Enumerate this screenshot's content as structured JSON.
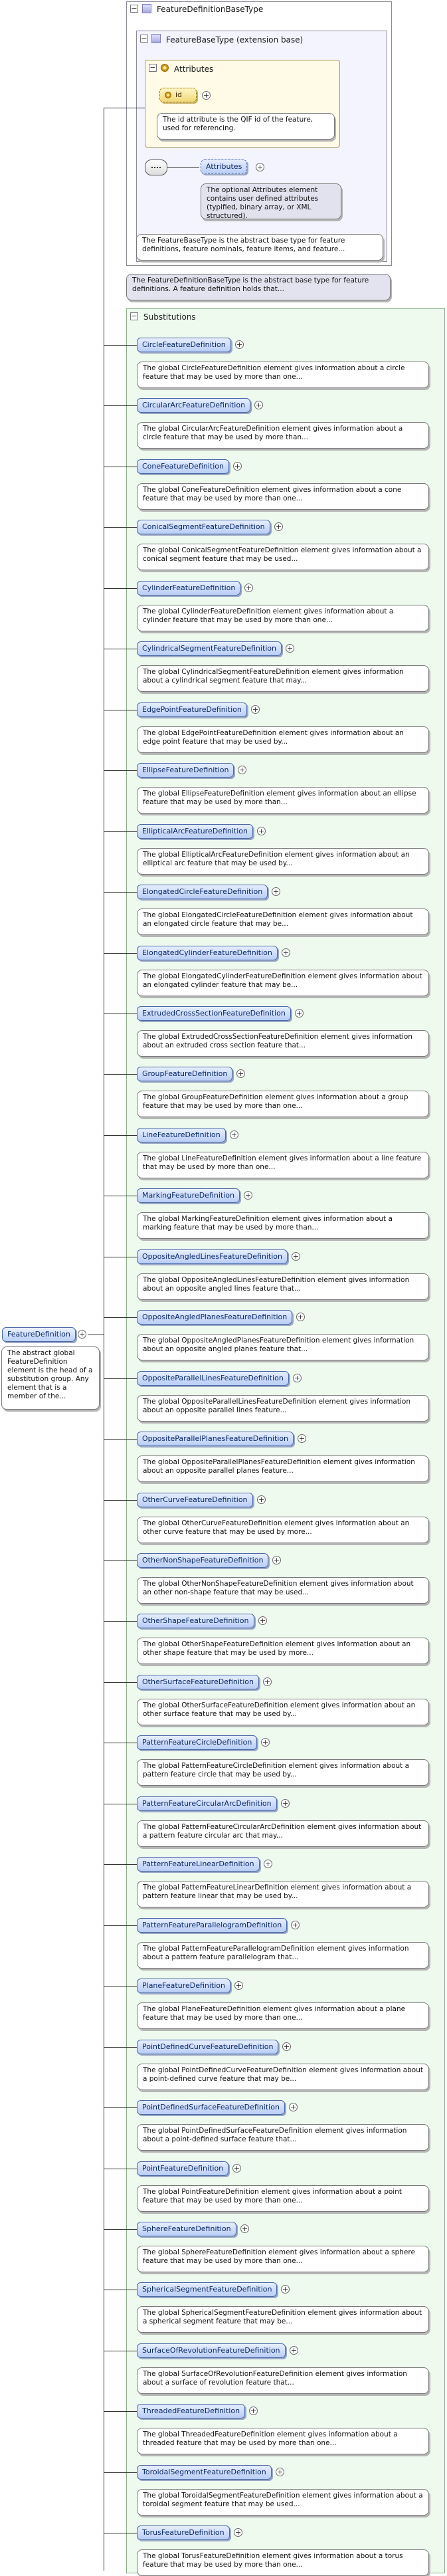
{
  "root": {
    "name": "FeatureDefinition",
    "doc": "The abstract global FeatureDefinition element is the head of a substitution group. Any element that is a member of the..."
  },
  "base_type": {
    "title": "FeatureDefinitionBaseType",
    "ext_title": "FeatureBaseType (extension base)",
    "attributes_title": "Attributes",
    "id_attr": "id",
    "id_doc": "The id attribute is the QIF id of the feature, used for referencing.",
    "attributes_elem": "Attributes",
    "attributes_doc": "The optional Attributes element contains user defined attributes (typified, binary array, or XML structured).",
    "ext_doc": "The FeatureBaseType is the abstract base type for feature definitions, feature nominals, feature items, and feature...",
    "type_doc": "The FeatureDefinitionBaseType is the abstract base type for feature definitions. A feature definition holds that..."
  },
  "substitutions": {
    "title": "Substitutions",
    "items": [
      {
        "name": "CircleFeatureDefinition",
        "doc": "The global CircleFeatureDefinition element gives information about a circle feature that may be used by more than one..."
      },
      {
        "name": "CircularArcFeatureDefinition",
        "doc": "The global CircularArcFeatureDefinition element gives information about a circle feature that may be used by more than..."
      },
      {
        "name": "ConeFeatureDefinition",
        "doc": "The global ConeFeatureDefinition element gives information about a cone feature that may be used by more than one..."
      },
      {
        "name": "ConicalSegmentFeatureDefinition",
        "doc": "The global ConicalSegmentFeatureDefinition element gives information about a conical segment feature that may be used..."
      },
      {
        "name": "CylinderFeatureDefinition",
        "doc": "The global CylinderFeatureDefinition element gives information about a cylinder feature that may be used by more than one..."
      },
      {
        "name": "CylindricalSegmentFeatureDefinition",
        "doc": "The global CylindricalSegmentFeatureDefinition element gives information about a cylindrical segment feature that may..."
      },
      {
        "name": "EdgePointFeatureDefinition",
        "doc": "The global EdgePointFeatureDefinition element gives information about an edge point feature that may be used by..."
      },
      {
        "name": "EllipseFeatureDefinition",
        "doc": "The global EllipseFeatureDefinition element gives information about an ellipse feature that may be used by more than..."
      },
      {
        "name": "EllipticalArcFeatureDefinition",
        "doc": "The global EllipticalArcFeatureDefinition element gives information about an elliptical arc feature that may be used by..."
      },
      {
        "name": "ElongatedCircleFeatureDefinition",
        "doc": "The global ElongatedCircleFeatureDefinition element gives information about an elongated circle feature that may be..."
      },
      {
        "name": "ElongatedCylinderFeatureDefinition",
        "doc": "The global ElongatedCylinderFeatureDefinition element gives information about an elongated cylinder feature that may be..."
      },
      {
        "name": "ExtrudedCrossSectionFeatureDefinition",
        "doc": "The global ExtrudedCrossSectionFeatureDefinition element gives information about an extruded cross section feature that..."
      },
      {
        "name": "GroupFeatureDefinition",
        "doc": "The global GroupFeatureDefinition element gives information about a group feature that may be used by more than one..."
      },
      {
        "name": "LineFeatureDefinition",
        "doc": "The global LineFeatureDefinition element gives information about a line feature that may be used by more than one..."
      },
      {
        "name": "MarkingFeatureDefinition",
        "doc": "The global MarkingFeatureDefinition element gives information about a marking feature that may be used by more than..."
      },
      {
        "name": "OppositeAngledLinesFeatureDefinition",
        "doc": "The global OppositeAngledLinesFeatureDefinition element gives information about an opposite angled lines feature that..."
      },
      {
        "name": "OppositeAngledPlanesFeatureDefinition",
        "doc": "The global OppositeAngledPlanesFeatureDefinition element gives information about an opposite angled planes feature that..."
      },
      {
        "name": "OppositeParallelLinesFeatureDefinition",
        "doc": "The global OppositeParallelLinesFeatureDefinition element gives information about an opposite parallel lines feature..."
      },
      {
        "name": "OppositeParallelPlanesFeatureDefinition",
        "doc": "The global OppositeParallelPlanesFeatureDefinition element gives information about an opposite parallel planes feature..."
      },
      {
        "name": "OtherCurveFeatureDefinition",
        "doc": "The global OtherCurveFeatureDefinition element gives information about an other curve feature that may be used by more..."
      },
      {
        "name": "OtherNonShapeFeatureDefinition",
        "doc": "The global OtherNonShapeFeatureDefinition element gives information about an other non-shape feature that may be used..."
      },
      {
        "name": "OtherShapeFeatureDefinition",
        "doc": "The global OtherShapeFeatureDefinition element gives information about an other shape feature that may be used by more..."
      },
      {
        "name": "OtherSurfaceFeatureDefinition",
        "doc": "The global OtherSurfaceFeatureDefinition element gives information about an other surface feature that may be used by..."
      },
      {
        "name": "PatternFeatureCircleDefinition",
        "doc": "The global PatternFeatureCircleDefinition element gives information about a pattern feature circle that may be used by..."
      },
      {
        "name": "PatternFeatureCircularArcDefinition",
        "doc": "The global PatternFeatureCircularArcDefinition element gives information about a pattern feature circular arc that may..."
      },
      {
        "name": "PatternFeatureLinearDefinition",
        "doc": "The global PatternFeatureLinearDefinition element gives information about a pattern feature linear that may be used by..."
      },
      {
        "name": "PatternFeatureParallelogramDefinition",
        "doc": "The global PatternFeatureParallelogramDefinition element gives information about a pattern feature parallelogram that..."
      },
      {
        "name": "PlaneFeatureDefinition",
        "doc": "The global PlaneFeatureDefinition element gives information about a plane feature that may be used by more than one..."
      },
      {
        "name": "PointDefinedCurveFeatureDefinition",
        "doc": "The global PointDefinedCurveFeatureDefinition element gives information about a point-defined curve feature that may be..."
      },
      {
        "name": "PointDefinedSurfaceFeatureDefinition",
        "doc": "The global PointDefinedSurfaceFeatureDefinition element gives information about a point-defined surface feature that..."
      },
      {
        "name": "PointFeatureDefinition",
        "doc": "The global PointFeatureDefinition element gives information about a point feature that may be used by more than one..."
      },
      {
        "name": "SphereFeatureDefinition",
        "doc": "The global SphereFeatureDefinition element gives information about a sphere feature that may be used by more than one..."
      },
      {
        "name": "SphericalSegmentFeatureDefinition",
        "doc": "The global SphericalSegmentFeatureDefinition element gives information about a spherical segment feature that may be..."
      },
      {
        "name": "SurfaceOfRevolutionFeatureDefinition",
        "doc": "The global SurfaceOfRevolutionFeatureDefinition element gives information about a surface of revolution feature that..."
      },
      {
        "name": "ThreadedFeatureDefinition",
        "doc": "The global ThreadedFeatureDefinition element gives information about a threaded feature that may be used by more than one..."
      },
      {
        "name": "ToroidalSegmentFeatureDefinition",
        "doc": "The global ToroidalSegmentFeatureDefinition element gives information about a toroidal segment feature that may be used..."
      },
      {
        "name": "TorusFeatureDefinition",
        "doc": "The global TorusFeatureDefinition element gives information about a torus feature that may be used by more than one..."
      }
    ]
  },
  "colors": {
    "element_fill": "#b9cdf6",
    "substitutions_bg": "#eefaee",
    "type_box_bg": "#f4f4ff",
    "attributes_bg": "#fffbe6"
  },
  "icons": {
    "plus": "+",
    "minus": "−",
    "sequence": "sequence-icon"
  }
}
